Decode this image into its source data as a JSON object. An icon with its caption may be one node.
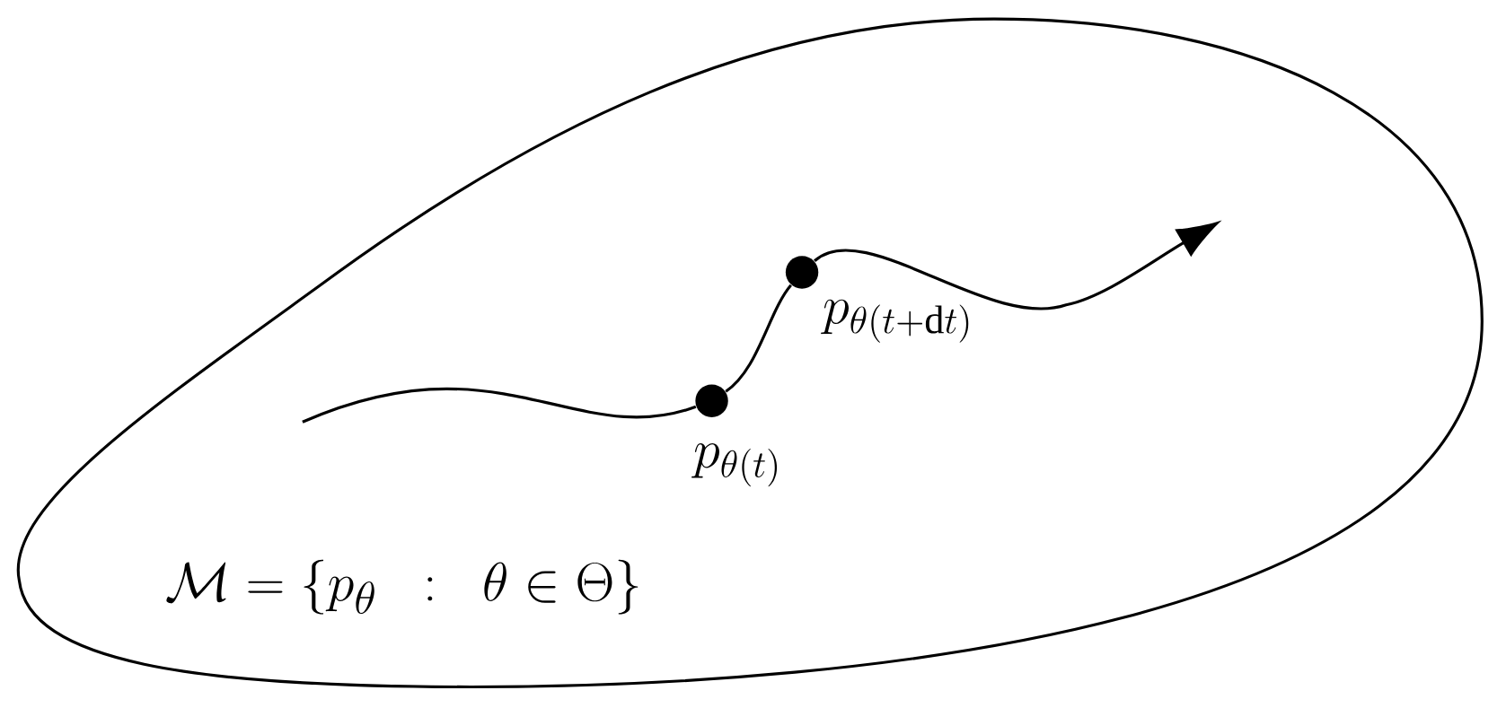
{
  "diagram": {
    "nodes": [
      {
        "text": [
          "\\mathcal{M} = \\{p_\\theta \\;\\;:\\;\\; \\theta \\in \\Theta\\}"
        ]
      },
      {
        "text": [],
        "shape": "circle",
        "beside": [
          "p_{\\theta(t)}"
        ],
        "in": 0
      },
      {
        "text": [],
        "shape": "circle",
        "beside": [
          "p_{\\theta(t+\\mathrm{d}t)}"
        ],
        "in": 0
      }
    ],
    "edges": [
      {
        "from": null,
        "to": 1,
        "arrow": "none"
      },
      {
        "from": 1,
        "to": 2,
        "arrow": "none"
      },
      {
        "from": 2,
        "to": null,
        "arrow": "to"
      }
    ]
  }
}
